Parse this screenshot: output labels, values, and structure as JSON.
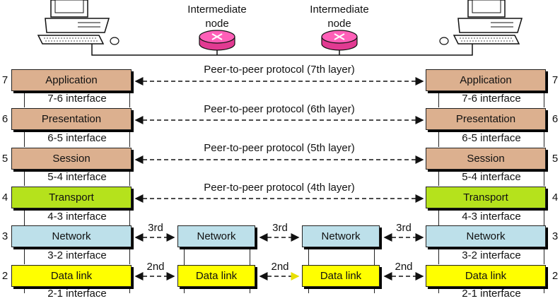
{
  "nodes": {
    "intermediate_left": "Intermediate\nnode",
    "intermediate_right": "Intermediate\nnode"
  },
  "layers": [
    {
      "num": "7",
      "name": "Application",
      "peer": "Peer-to-peer protocol (7th layer)",
      "interface": "7-6 interface"
    },
    {
      "num": "6",
      "name": "Presentation",
      "peer": "Peer-to-peer protocol (6th layer)",
      "interface": "6-5 interface"
    },
    {
      "num": "5",
      "name": "Session",
      "peer": "Peer-to-peer protocol (5th layer)",
      "interface": "5-4 interface"
    },
    {
      "num": "4",
      "name": "Transport",
      "peer": "Peer-to-peer protocol (4th layer)",
      "interface": "4-3 interface"
    },
    {
      "num": "3",
      "name": "Network",
      "interface": "3-2 interface"
    },
    {
      "num": "2",
      "name": "Data link",
      "interface": "2-1 interface"
    }
  ],
  "hops": {
    "network": "3rd",
    "datalink": "2nd"
  },
  "colors": {
    "upper_layers": "#dcb08f",
    "transport": "#b5e21c",
    "network": "#bde0ea",
    "datalink": "#ffff00",
    "router": "#ff4fb0"
  }
}
